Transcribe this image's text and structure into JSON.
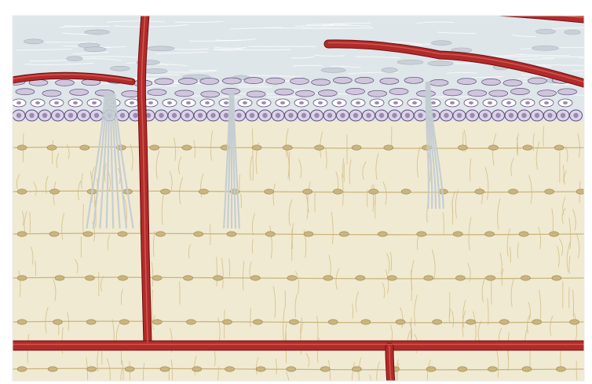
{
  "diagram": {
    "colors": {
      "vessel": "#b22a2a",
      "vessel_dark": "#6d1010",
      "vessel_highlight": "#e06a5e",
      "uncalcified_layer": "#dfe6ea",
      "collagen_fiber": "#aab6be",
      "calcified_layer": "#f1ead2",
      "cell_fill": "#ddd3e8",
      "cell_outline": "#5d4c78",
      "cell_nucleus": "#9a8bb3",
      "flat_cell_fill": "#cfc6dc",
      "osteocyte_body": "#c9b57e",
      "canaliculi": "#d6c392",
      "fiber_bundle": "#c3ccd2"
    },
    "structures": [
      "top-vessel",
      "vertical-vessel",
      "upper-right-vessel",
      "left-short-vessel",
      "bottom-vessel",
      "bottom-branch-vessel",
      "uncalcified-layer",
      "flattened-cell-layer",
      "round-cell-layer",
      "fiber-bundles",
      "calcified-layer",
      "cell-rows"
    ]
  }
}
